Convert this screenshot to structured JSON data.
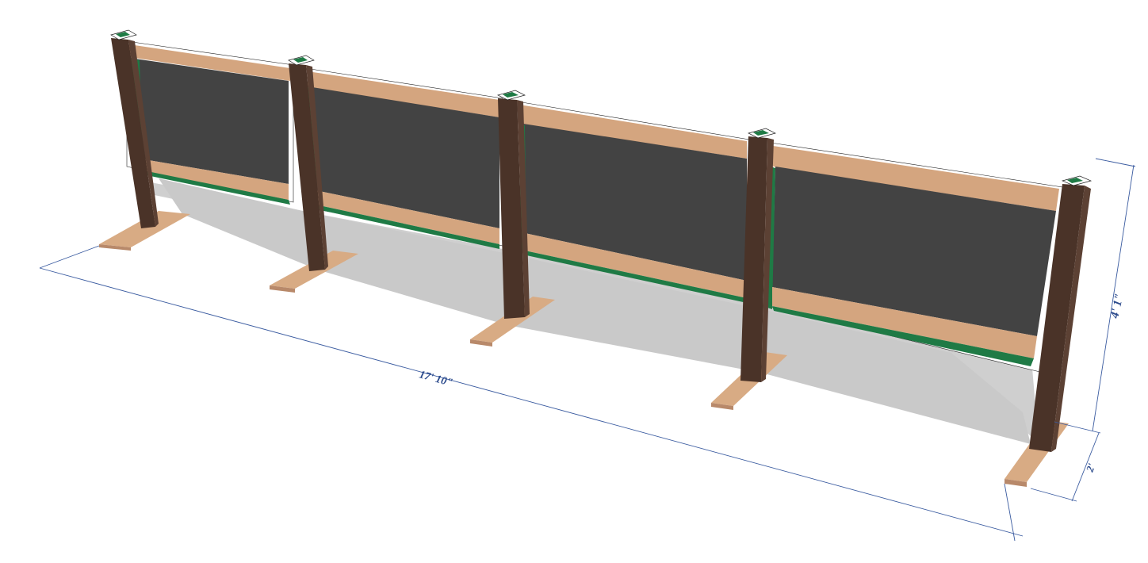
{
  "dimensions": {
    "length": "17' 10\"",
    "height": "4' 1\"",
    "base": "2'"
  },
  "colors": {
    "post": "#4a3328",
    "post_side": "#5c4134",
    "rail": "#d4a57f",
    "rail_dark": "#b98d69",
    "board": "#434343",
    "trim": "#1f7a45",
    "foot": "#d8ab84",
    "foot_edge": "#b8896a",
    "shadow": "#c8c8c8",
    "dim_line": "#3a5ba0"
  }
}
